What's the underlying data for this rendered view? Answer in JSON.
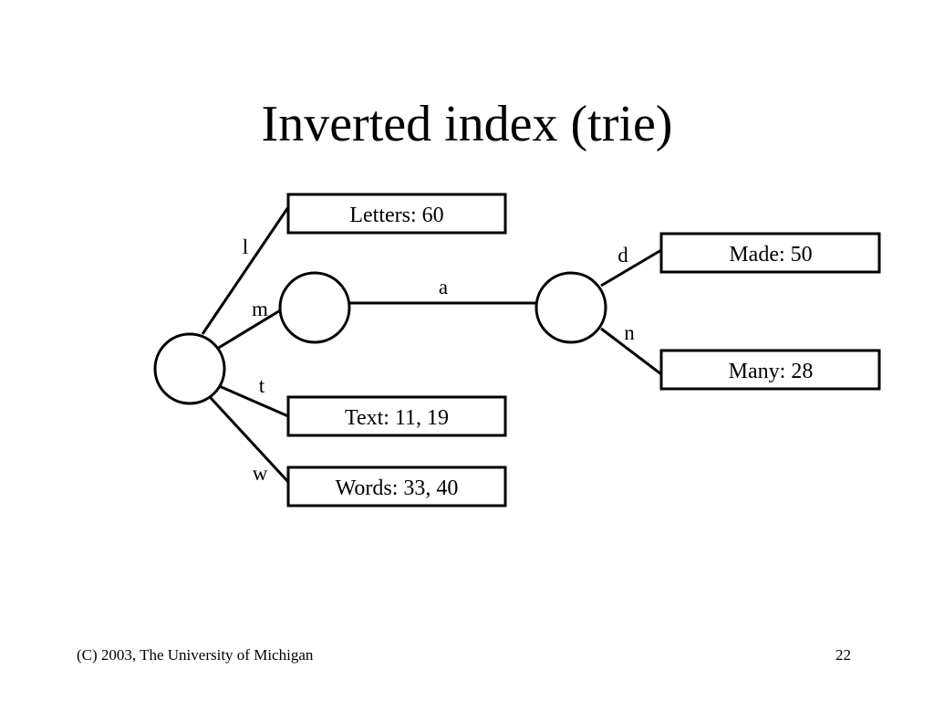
{
  "slide": {
    "title": "Inverted index (trie)",
    "footer_left": "(C) 2003, The University of Michigan",
    "page_number": "22"
  },
  "trie": {
    "edge_labels": {
      "l": "l",
      "m": "m",
      "t": "t",
      "w": "w",
      "a": "a",
      "d": "d",
      "n": "n"
    },
    "leaves": {
      "letters": "Letters: 60",
      "text": "Text: 11, 19",
      "words": "Words: 33, 40",
      "made": "Made: 50",
      "many": "Many: 28"
    }
  }
}
